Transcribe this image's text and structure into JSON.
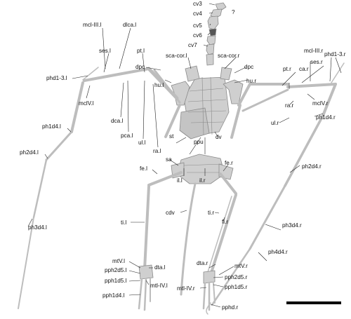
{
  "labels": {
    "cv3": "cv3",
    "cv4": "cv4",
    "q": "?",
    "cv5": "cv5",
    "cv6": "cv6",
    "cv7": "cv7",
    "mcl_iii_l": "mcl-III.l",
    "dlca_l": "dlca.l",
    "ses_l": "ses.l",
    "pt_l": "pt.l",
    "phd13_l": "phd1-3.l",
    "mclv_l": "mclV.l",
    "dca_l": "dca.l",
    "pca_l": "pca.l",
    "ul_l": "ul.l",
    "ra_l": "ra.l",
    "ph1d4_l": "ph1d4.l",
    "ph2d4_l": "ph2d4.l",
    "ph3d4_l": "ph3d4.l",
    "dpc_l": "dpc",
    "hu_l": "hu.l",
    "sca_cor_l": "sca-cor.l",
    "sca_cor_r": "sca-cor.r",
    "dpc_r": "dpc",
    "hu_r": "hu.r",
    "st": "st",
    "dv": "dv",
    "ppu": "ppu",
    "sa": "sa",
    "fe_l": "fe.l",
    "fe_r": "fe.r",
    "il_l": "il.l",
    "il_r": "il.r",
    "cdv": "cdv",
    "ti_l": "ti.l",
    "ti_r": "ti.r",
    "fi_r": "fi.r",
    "mcl_iii_r": "mcl-III.r",
    "pt_r": "pt.r",
    "ca_r": "ca.r",
    "ses_r": "ses.r",
    "phd13_r": "phd1-3.r",
    "mclv_r": "mclV.r",
    "ra_r": "ra.r",
    "ul_r": "ul.r",
    "ph1d4_r": "ph1d4.r",
    "ph2d4_r": "ph2d4.r",
    "ph3d4_r": "ph3d4.r",
    "ph4d4_r": "ph4d4.r",
    "mtv_l": "mtV.l",
    "dta_l": "dta.l",
    "pph2d5_l": "pph2d5.l",
    "pph1d5_l": "pph1d5.l",
    "mtl_iv_l": "mtl-IV.l",
    "pph1d4_l": "pph1d4.l",
    "dta_r": "dta.r",
    "mtv_r": "mtV.r",
    "pph2d5_r": "pph2d5.r",
    "pph1d5_r": "pph1d5.r",
    "mtl_iv_r": "mtl-IV.r",
    "pphd_r": "pphd.r"
  },
  "colors": {
    "bone_fill": "#cfcfcf",
    "bone_outline": "#8a8a8a",
    "vertebra_highlight": "#555555",
    "label": "#111111"
  }
}
